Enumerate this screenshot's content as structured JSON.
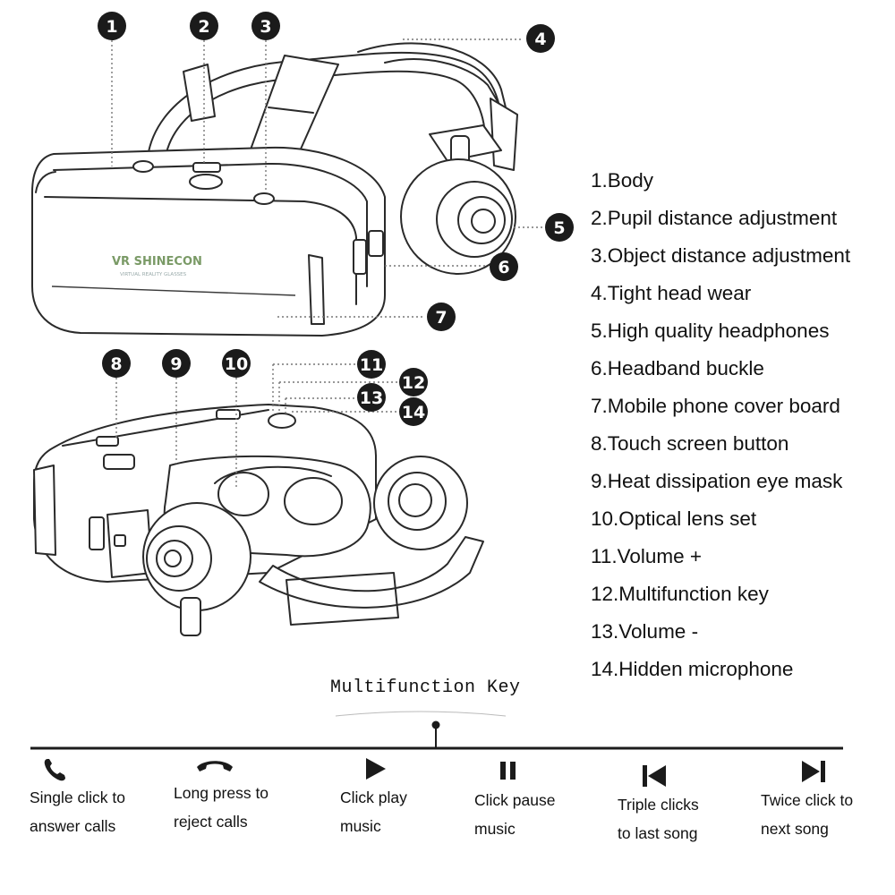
{
  "diagram": {
    "markers": [
      "1",
      "2",
      "3",
      "4",
      "5",
      "6",
      "7",
      "8",
      "9",
      "10",
      "11",
      "12",
      "13",
      "14"
    ],
    "brand": {
      "logo_main": "VR SHINECON",
      "logo_sub": "VIRTUAL REALITY GLASSES"
    }
  },
  "legend": {
    "items": [
      "1.Body",
      "2.Pupil distance adjustment",
      "3.Object distance adjustment",
      "4.Tight head wear",
      "5.High quality headphones",
      "6.Headband buckle",
      "7.Mobile phone cover board",
      "8.Touch screen button",
      "9.Heat dissipation eye mask",
      "10.Optical lens set",
      "11.Volume +",
      "12.Multifunction key",
      "13.Volume -",
      "14.Hidden microphone"
    ]
  },
  "multifunction": {
    "title": "Multifunction Key",
    "keys": [
      {
        "icon": "phone-icon",
        "line1": "Single click to",
        "line2": "answer calls"
      },
      {
        "icon": "hang-up-icon",
        "line1": "Long press to",
        "line2": "reject calls"
      },
      {
        "icon": "play-icon",
        "line1": "Click play",
        "line2": "music"
      },
      {
        "icon": "pause-icon",
        "line1": "Click pause",
        "line2": "music"
      },
      {
        "icon": "previous-track-icon",
        "line1": "Triple clicks",
        "line2": "to last song"
      },
      {
        "icon": "next-track-icon",
        "line1": "Twice click to",
        "line2": "next song"
      }
    ]
  }
}
